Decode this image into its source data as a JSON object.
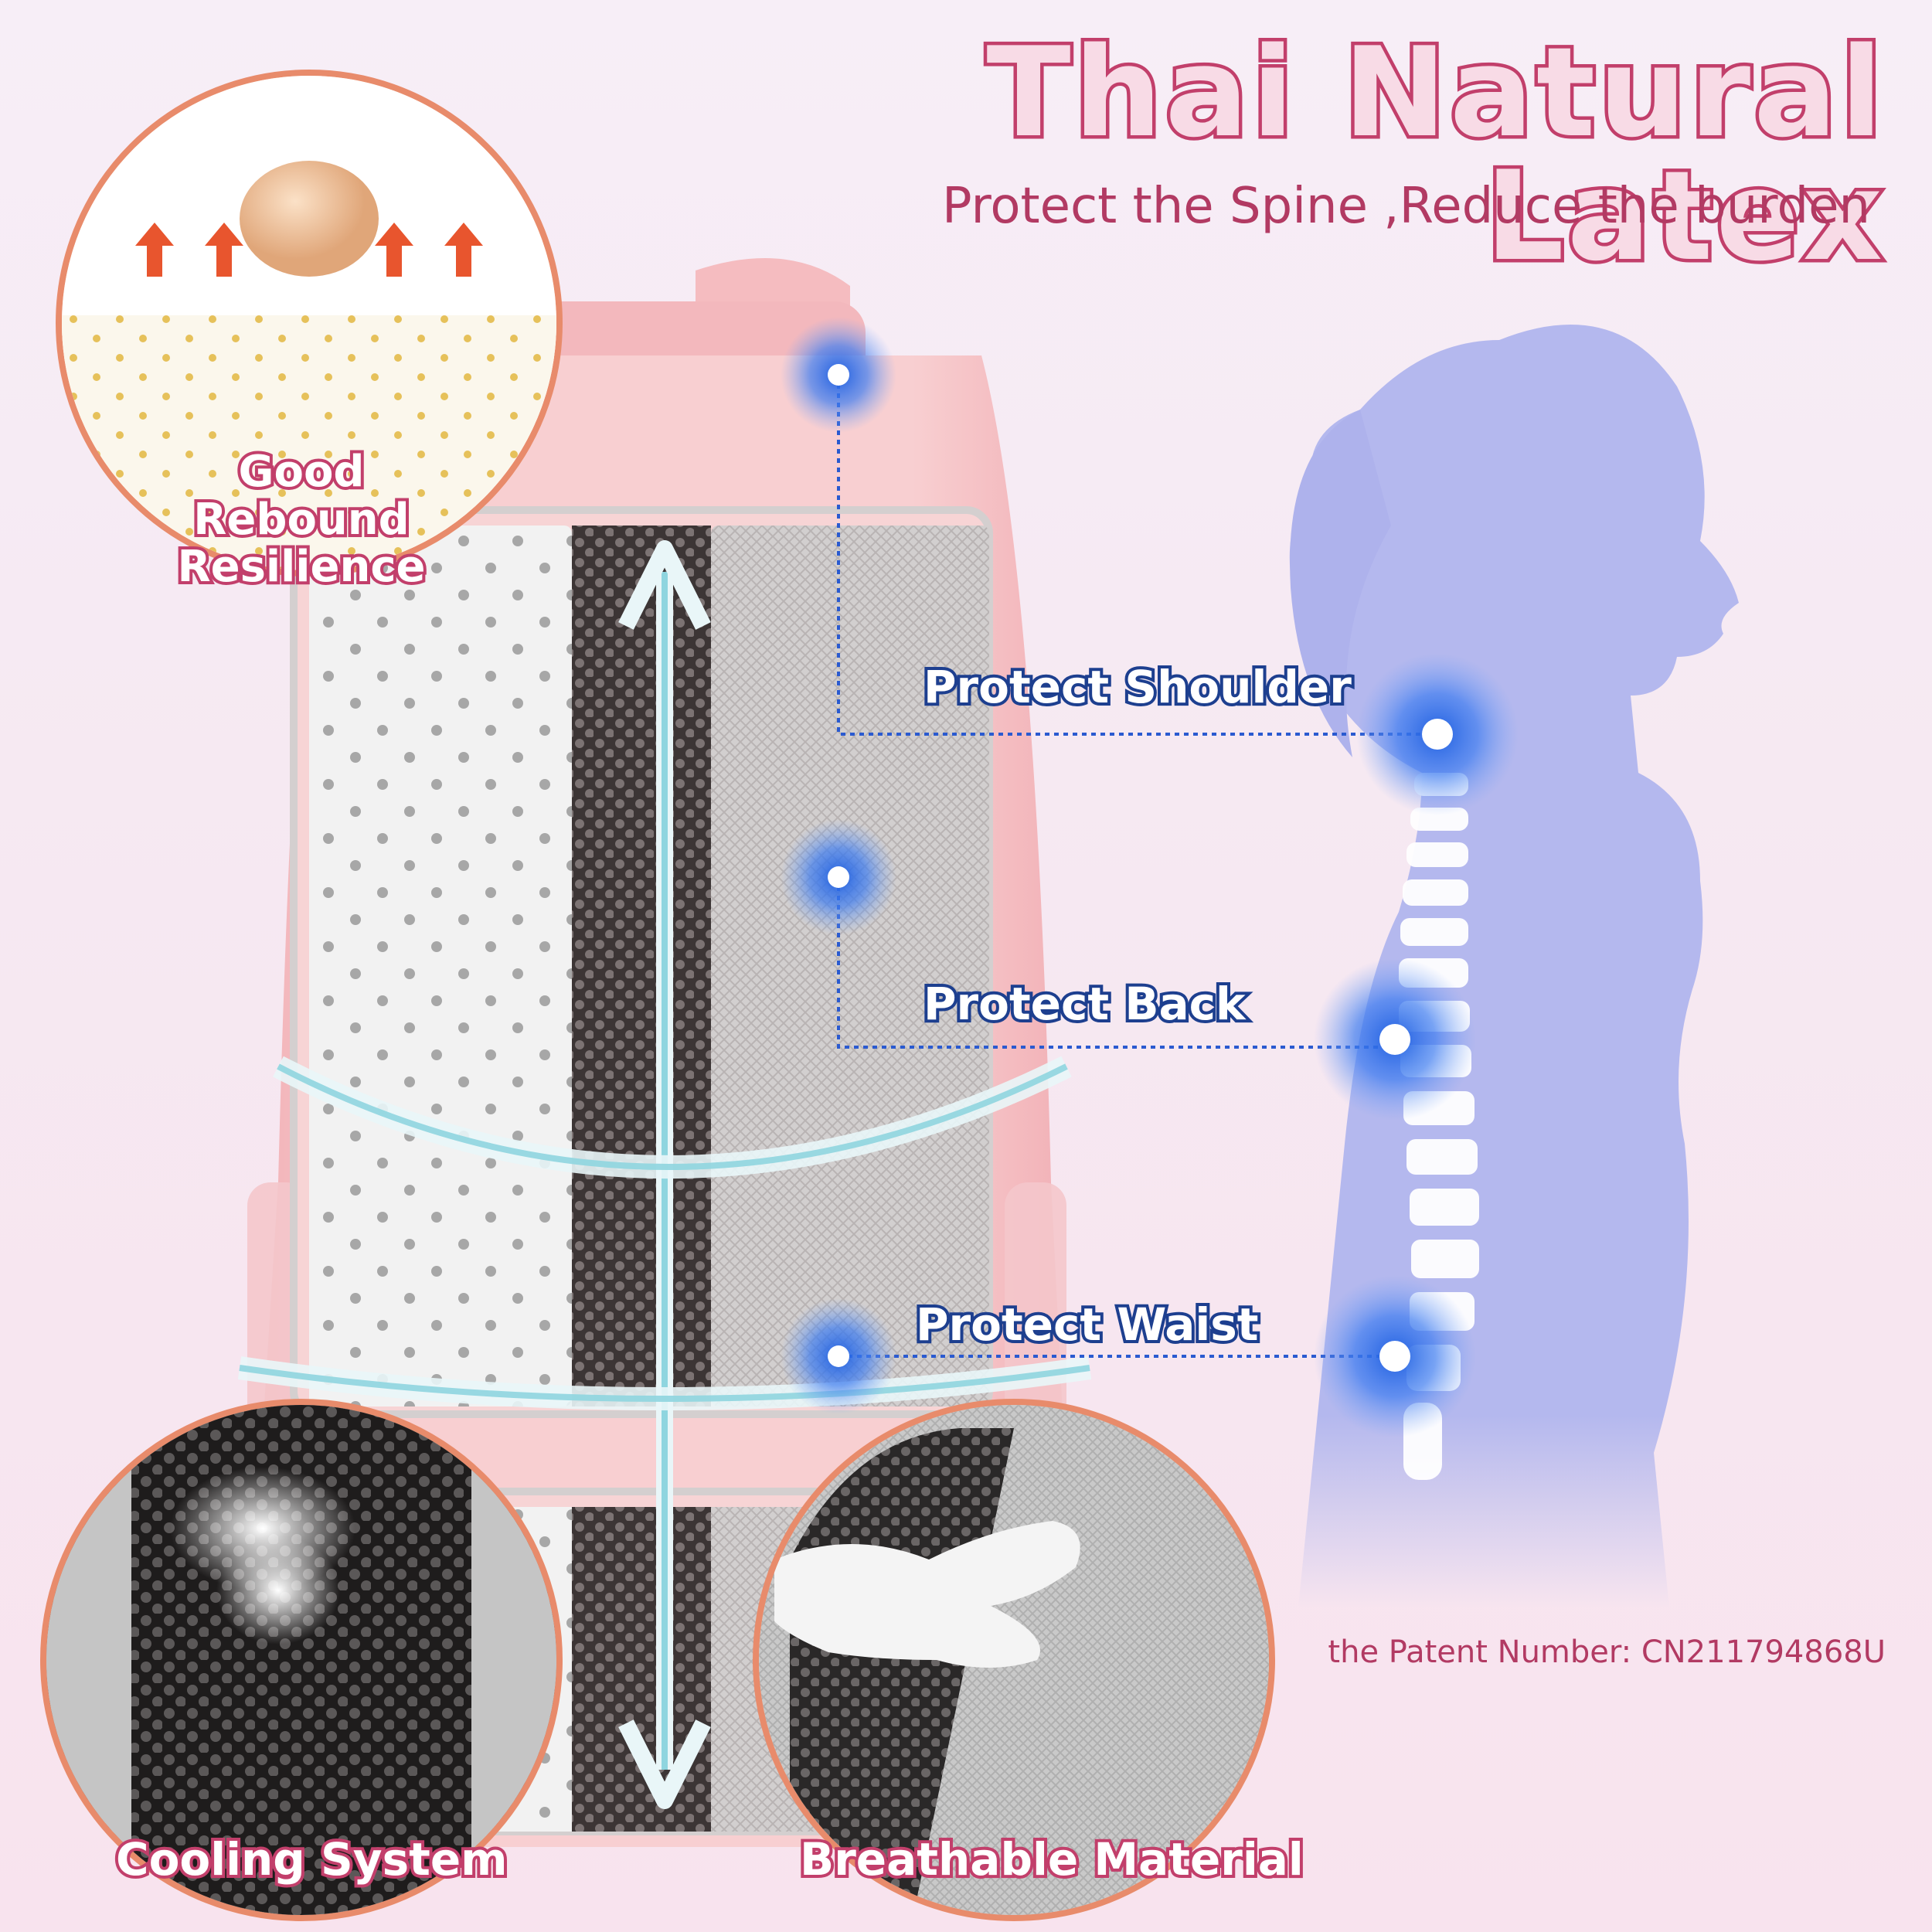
{
  "header": {
    "title": "Thai Natural Latex",
    "subtitle": "Protect the Spine ,Reduce the burden"
  },
  "features": {
    "shoulder": "Protect Shoulder",
    "back": "Protect Back",
    "waist": "Protect Waist"
  },
  "callouts": {
    "rebound": [
      "Good",
      "Rebound",
      "Resilience"
    ],
    "cooling": "Cooling System",
    "breathable": "Breathable Material"
  },
  "patent": "the Patent Number: CN211794868U",
  "colors": {
    "title_stroke": "#c23f6b",
    "title_fill": "#f8dbe6",
    "feature_stroke": "#1d3f8f",
    "marker_blue": "#1f5fe0",
    "silhouette": "#b4b8ee",
    "backpack_pink": "#f6c7c9",
    "circle_border": "#e88b6b"
  }
}
